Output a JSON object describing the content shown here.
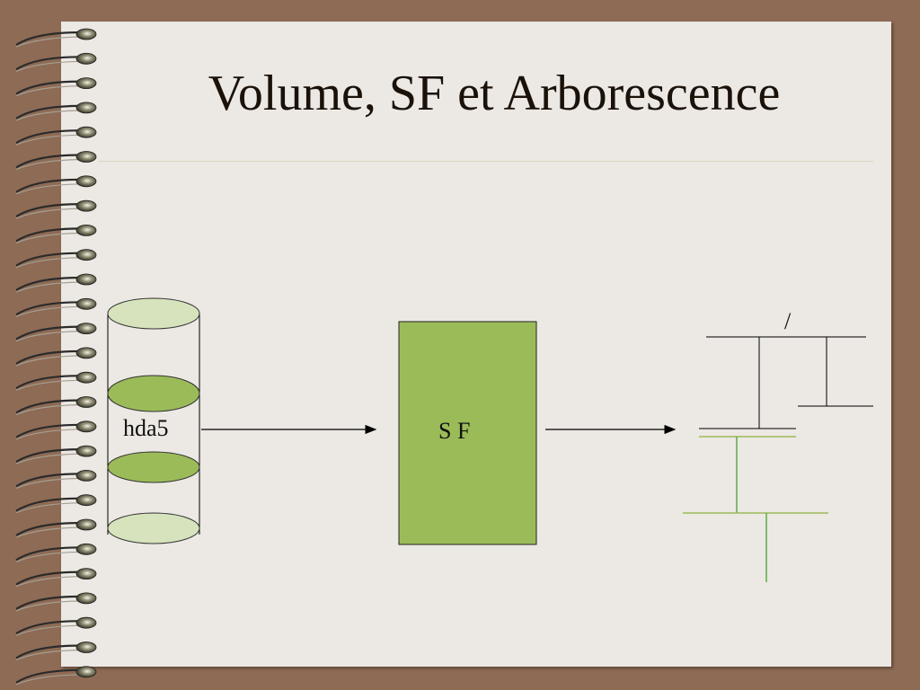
{
  "slide": {
    "title": "Volume, SF et Arborescence"
  },
  "diagram": {
    "volume_label": "hda5",
    "fs_label": "S F",
    "root_label": "/"
  },
  "colors": {
    "background": "#8e6b55",
    "page": "#ece8e3",
    "green_dark": "#9bbb59",
    "green_light": "#d6e3bc",
    "tree_green": "#5aac44"
  }
}
